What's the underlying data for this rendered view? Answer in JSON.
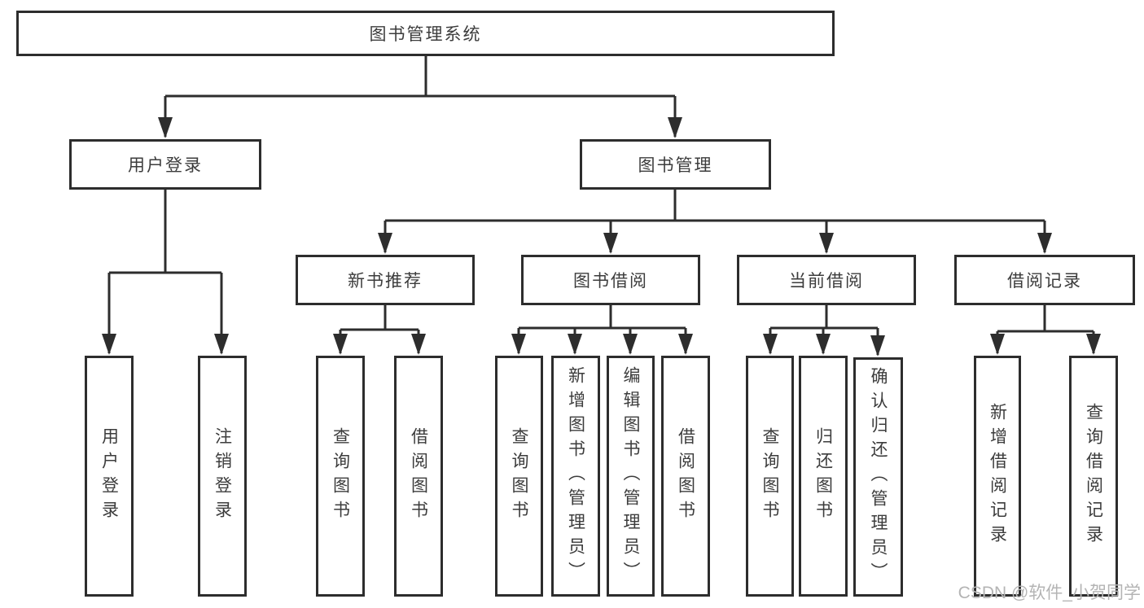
{
  "colors": {
    "line": "#2d2d2d",
    "text": "#3c3c3c",
    "background": "#ffffff",
    "watermark_text": "#b4b4b4"
  },
  "watermark": "CSDN @软件_小贺同学",
  "tree": {
    "root": {
      "label": "图书管理系统",
      "children": [
        {
          "label": "用户登录",
          "children": [
            {
              "label": "用户登录"
            },
            {
              "label": "注销登录"
            }
          ]
        },
        {
          "label": "图书管理",
          "children": [
            {
              "label": "新书推荐",
              "children": [
                {
                  "label": "查询图书"
                },
                {
                  "label": "借阅图书"
                }
              ]
            },
            {
              "label": "图书借阅",
              "children": [
                {
                  "label": "查询图书"
                },
                {
                  "label": "新增图书（管理员）"
                },
                {
                  "label": "编辑图书（管理员）"
                },
                {
                  "label": "借阅图书"
                }
              ]
            },
            {
              "label": "当前借阅",
              "children": [
                {
                  "label": "查询图书"
                },
                {
                  "label": "归还图书"
                },
                {
                  "label": "确认归还（管理员）"
                }
              ]
            },
            {
              "label": "借阅记录",
              "children": [
                {
                  "label": "新增借阅记录"
                },
                {
                  "label": "查询借阅记录"
                }
              ]
            }
          ]
        }
      ]
    }
  }
}
